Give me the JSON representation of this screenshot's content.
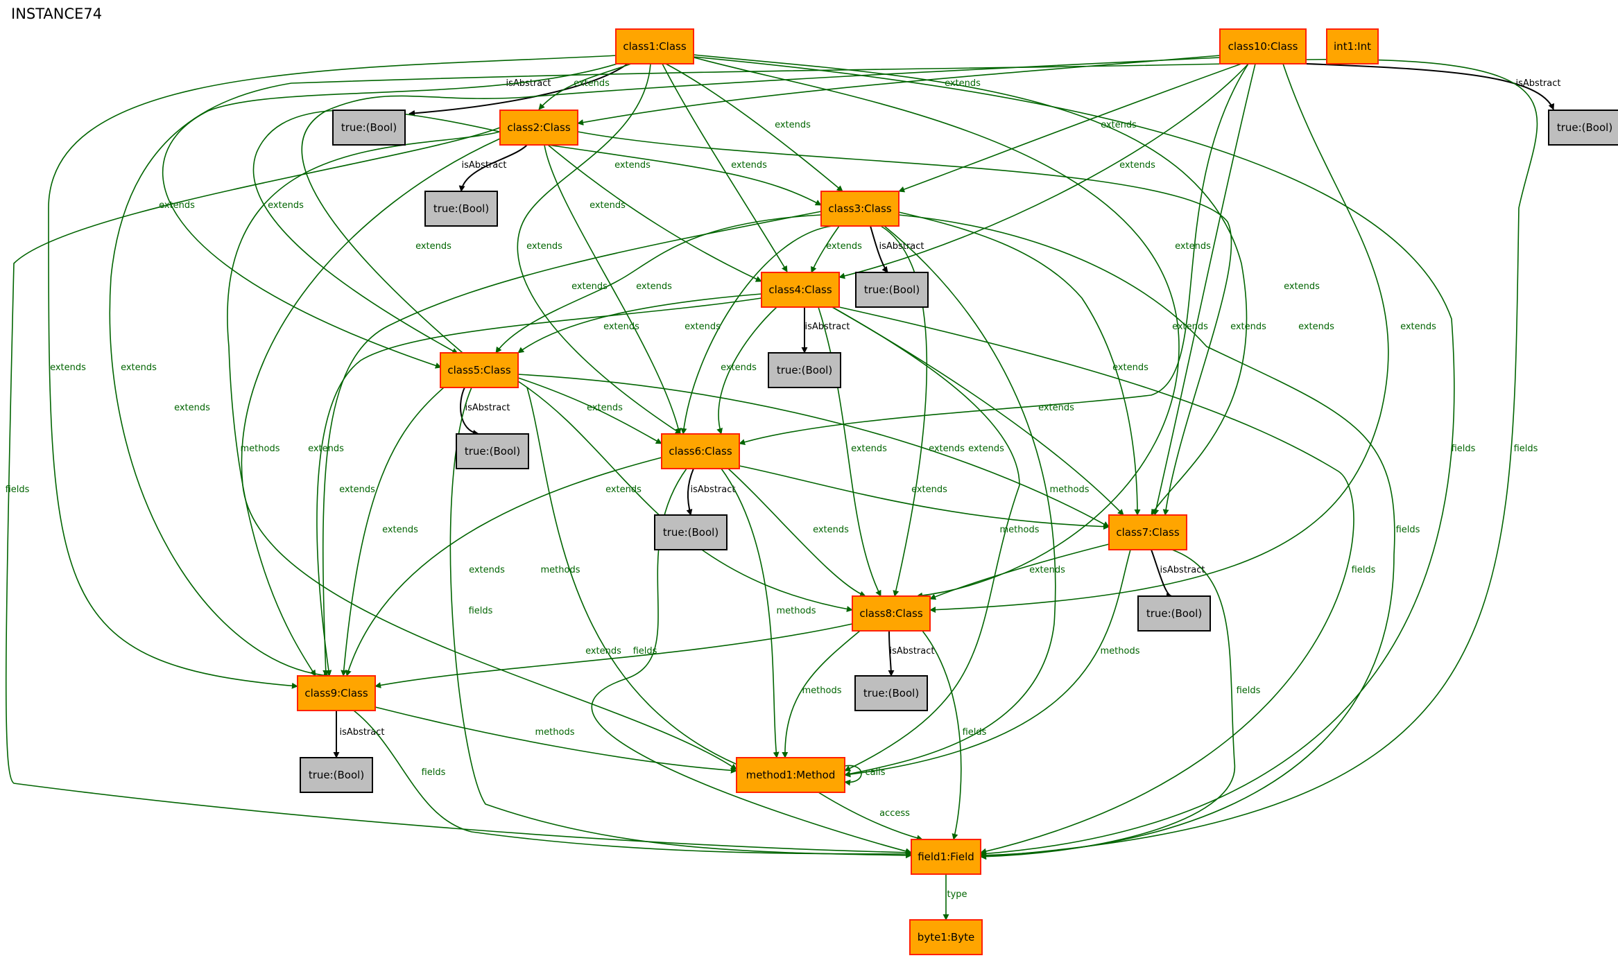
{
  "title": "INSTANCE74",
  "colors": {
    "class_fill": "#ffa500",
    "class_stroke": "#ff2000",
    "bool_fill": "#bebebe",
    "bool_stroke": "#000000",
    "green_edge": "#006400",
    "black_edge": "#000000"
  },
  "nodes": [
    {
      "id": "class1",
      "label": "class1:Class",
      "kind": "class"
    },
    {
      "id": "class10",
      "label": "class10:Class",
      "kind": "class"
    },
    {
      "id": "int1",
      "label": "int1:Int",
      "kind": "class"
    },
    {
      "id": "class2",
      "label": "class2:Class",
      "kind": "class"
    },
    {
      "id": "class3",
      "label": "class3:Class",
      "kind": "class"
    },
    {
      "id": "class4",
      "label": "class4:Class",
      "kind": "class"
    },
    {
      "id": "class5",
      "label": "class5:Class",
      "kind": "class"
    },
    {
      "id": "class6",
      "label": "class6:Class",
      "kind": "class"
    },
    {
      "id": "class7",
      "label": "class7:Class",
      "kind": "class"
    },
    {
      "id": "class8",
      "label": "class8:Class",
      "kind": "class"
    },
    {
      "id": "class9",
      "label": "class9:Class",
      "kind": "class"
    },
    {
      "id": "method1",
      "label": "method1:Method",
      "kind": "class"
    },
    {
      "id": "field1",
      "label": "field1:Field",
      "kind": "class"
    },
    {
      "id": "byte1",
      "label": "byte1:Byte",
      "kind": "class"
    },
    {
      "id": "bool1",
      "label": "true:(Bool)",
      "kind": "bool"
    },
    {
      "id": "bool10",
      "label": "true:(Bool)",
      "kind": "bool"
    },
    {
      "id": "bool2",
      "label": "true:(Bool)",
      "kind": "bool"
    },
    {
      "id": "bool3",
      "label": "true:(Bool)",
      "kind": "bool"
    },
    {
      "id": "bool4",
      "label": "true:(Bool)",
      "kind": "bool"
    },
    {
      "id": "bool5",
      "label": "true:(Bool)",
      "kind": "bool"
    },
    {
      "id": "bool6",
      "label": "true:(Bool)",
      "kind": "bool"
    },
    {
      "id": "bool7",
      "label": "true:(Bool)",
      "kind": "bool"
    },
    {
      "id": "bool8",
      "label": "true:(Bool)",
      "kind": "bool"
    },
    {
      "id": "bool9",
      "label": "true:(Bool)",
      "kind": "bool"
    }
  ],
  "edges": [
    {
      "id": "e1",
      "from": "class1",
      "to": "bool1",
      "label": "isAbstract",
      "color": "black"
    },
    {
      "id": "e2",
      "from": "class1",
      "to": "class2",
      "label": "extends",
      "color": "green"
    },
    {
      "id": "e3",
      "from": "class1",
      "to": "class3",
      "label": "extends",
      "color": "green"
    },
    {
      "id": "e4",
      "from": "class1",
      "to": "class4",
      "label": "extends",
      "color": "green"
    },
    {
      "id": "e5",
      "from": "class1",
      "to": "class5",
      "label": "extends",
      "color": "green"
    },
    {
      "id": "e6",
      "from": "class1",
      "to": "class6",
      "label": "extends",
      "color": "green"
    },
    {
      "id": "e7",
      "from": "class1",
      "to": "class7",
      "label": "extends",
      "color": "green"
    },
    {
      "id": "e8",
      "from": "class1",
      "to": "class8",
      "label": "extends",
      "color": "green"
    },
    {
      "id": "e9",
      "from": "class1",
      "to": "class9",
      "label": "extends",
      "color": "green"
    },
    {
      "id": "e10",
      "from": "class1",
      "to": "field1",
      "label": "fields",
      "color": "green"
    },
    {
      "id": "e11",
      "from": "class10",
      "to": "bool10",
      "label": "isAbstract",
      "color": "black"
    },
    {
      "id": "e12",
      "from": "class10",
      "to": "class2",
      "label": "extends",
      "color": "green"
    },
    {
      "id": "e13",
      "from": "class10",
      "to": "class3",
      "label": "extends",
      "color": "green"
    },
    {
      "id": "e14",
      "from": "class10",
      "to": "class4",
      "label": "extends",
      "color": "green"
    },
    {
      "id": "e15",
      "from": "class10",
      "to": "class5",
      "label": "extends",
      "color": "green"
    },
    {
      "id": "e16",
      "from": "class10",
      "to": "class6",
      "label": "extends",
      "color": "green"
    },
    {
      "id": "e17",
      "from": "class10",
      "to": "class7",
      "label": "extends",
      "color": "green"
    },
    {
      "id": "e18",
      "from": "class10",
      "to": "class8",
      "label": "extends",
      "color": "green"
    },
    {
      "id": "e19",
      "from": "class10",
      "to": "class9",
      "label": "extends",
      "color": "green"
    },
    {
      "id": "e20",
      "from": "class10",
      "to": "field1",
      "label": "fields",
      "color": "green"
    },
    {
      "id": "e21",
      "from": "class2",
      "to": "bool2",
      "label": "isAbstract",
      "color": "black"
    },
    {
      "id": "e22",
      "from": "class2",
      "to": "class3",
      "label": "extends",
      "color": "green"
    },
    {
      "id": "e23",
      "from": "class2",
      "to": "class4",
      "label": "extends",
      "color": "green"
    },
    {
      "id": "e24",
      "from": "class2",
      "to": "class5",
      "label": "extends",
      "color": "green"
    },
    {
      "id": "e25",
      "from": "class2",
      "to": "class6",
      "label": "extends",
      "color": "green"
    },
    {
      "id": "e26",
      "from": "class2",
      "to": "class7",
      "label": "extends",
      "color": "green"
    },
    {
      "id": "e27",
      "from": "class2",
      "to": "class9",
      "label": "extends",
      "color": "green"
    },
    {
      "id": "e28",
      "from": "class2",
      "to": "method1",
      "label": "methods",
      "color": "green"
    },
    {
      "id": "e29",
      "from": "class2",
      "to": "field1",
      "label": "fields",
      "color": "green"
    },
    {
      "id": "e30",
      "from": "class3",
      "to": "bool3",
      "label": "isAbstract",
      "color": "black"
    },
    {
      "id": "e31",
      "from": "class3",
      "to": "class4",
      "label": "extends",
      "color": "green"
    },
    {
      "id": "e32",
      "from": "class3",
      "to": "class5",
      "label": "extends",
      "color": "green"
    },
    {
      "id": "e33",
      "from": "class3",
      "to": "class6",
      "label": "extends",
      "color": "green"
    },
    {
      "id": "e34",
      "from": "class3",
      "to": "class7",
      "label": "extends",
      "color": "green"
    },
    {
      "id": "e35",
      "from": "class3",
      "to": "class8",
      "label": "extends",
      "color": "green"
    },
    {
      "id": "e36",
      "from": "class3",
      "to": "class9",
      "label": "extends",
      "color": "green"
    },
    {
      "id": "e37",
      "from": "class3",
      "to": "method1",
      "label": "methods",
      "color": "green"
    },
    {
      "id": "e38",
      "from": "class3",
      "to": "field1",
      "label": "fields",
      "color": "green"
    },
    {
      "id": "e39",
      "from": "class4",
      "to": "bool4",
      "label": "isAbstract",
      "color": "black"
    },
    {
      "id": "e40",
      "from": "class4",
      "to": "class5",
      "label": "extends",
      "color": "green"
    },
    {
      "id": "e41",
      "from": "class4",
      "to": "class6",
      "label": "extends",
      "color": "green"
    },
    {
      "id": "e42",
      "from": "class4",
      "to": "class7",
      "label": "extends",
      "color": "green"
    },
    {
      "id": "e43",
      "from": "class4",
      "to": "class8",
      "label": "extends",
      "color": "green"
    },
    {
      "id": "e44",
      "from": "class4",
      "to": "class9",
      "label": "extends",
      "color": "green"
    },
    {
      "id": "e45",
      "from": "class4",
      "to": "method1",
      "label": "methods",
      "color": "green"
    },
    {
      "id": "e46",
      "from": "class4",
      "to": "field1",
      "label": "fields",
      "color": "green"
    },
    {
      "id": "e47",
      "from": "class5",
      "to": "bool5",
      "label": "isAbstract",
      "color": "black"
    },
    {
      "id": "e48",
      "from": "class5",
      "to": "class6",
      "label": "extends",
      "color": "green"
    },
    {
      "id": "e49",
      "from": "class5",
      "to": "class7",
      "label": "extends",
      "color": "green"
    },
    {
      "id": "e50",
      "from": "class5",
      "to": "class8",
      "label": "extends",
      "color": "green"
    },
    {
      "id": "e51",
      "from": "class5",
      "to": "class9",
      "label": "extends",
      "color": "green"
    },
    {
      "id": "e52",
      "from": "class5",
      "to": "method1",
      "label": "methods",
      "color": "green"
    },
    {
      "id": "e53",
      "from": "class5",
      "to": "field1",
      "label": "fields",
      "color": "green"
    },
    {
      "id": "e54",
      "from": "class6",
      "to": "bool6",
      "label": "isAbstract",
      "color": "black"
    },
    {
      "id": "e55",
      "from": "class6",
      "to": "class7",
      "label": "extends",
      "color": "green"
    },
    {
      "id": "e56",
      "from": "class6",
      "to": "class8",
      "label": "extends",
      "color": "green"
    },
    {
      "id": "e57",
      "from": "class6",
      "to": "class9",
      "label": "extends",
      "color": "green"
    },
    {
      "id": "e58",
      "from": "class6",
      "to": "method1",
      "label": "methods",
      "color": "green"
    },
    {
      "id": "e59",
      "from": "class6",
      "to": "field1",
      "label": "fields",
      "color": "green"
    },
    {
      "id": "e60",
      "from": "class7",
      "to": "bool7",
      "label": "isAbstract",
      "color": "black"
    },
    {
      "id": "e61",
      "from": "class7",
      "to": "class8",
      "label": "extends",
      "color": "green"
    },
    {
      "id": "e62",
      "from": "class7",
      "to": "method1",
      "label": "methods",
      "color": "green"
    },
    {
      "id": "e63",
      "from": "class7",
      "to": "field1",
      "label": "fields",
      "color": "green"
    },
    {
      "id": "e64",
      "from": "class8",
      "to": "bool8",
      "label": "isAbstract",
      "color": "black"
    },
    {
      "id": "e65",
      "from": "class8",
      "to": "class9",
      "label": "extends",
      "color": "green"
    },
    {
      "id": "e66",
      "from": "class8",
      "to": "method1",
      "label": "methods",
      "color": "green"
    },
    {
      "id": "e67",
      "from": "class8",
      "to": "field1",
      "label": "fields",
      "color": "green"
    },
    {
      "id": "e68",
      "from": "class9",
      "to": "bool9",
      "label": "isAbstract",
      "color": "black"
    },
    {
      "id": "e69",
      "from": "class9",
      "to": "method1",
      "label": "methods",
      "color": "green"
    },
    {
      "id": "e70",
      "from": "class9",
      "to": "field1",
      "label": "fields",
      "color": "green"
    },
    {
      "id": "e71",
      "from": "method1",
      "to": "method1",
      "label": "calls",
      "color": "green"
    },
    {
      "id": "e72",
      "from": "method1",
      "to": "field1",
      "label": "access",
      "color": "green"
    },
    {
      "id": "e73",
      "from": "field1",
      "to": "byte1",
      "label": "type",
      "color": "green"
    }
  ]
}
